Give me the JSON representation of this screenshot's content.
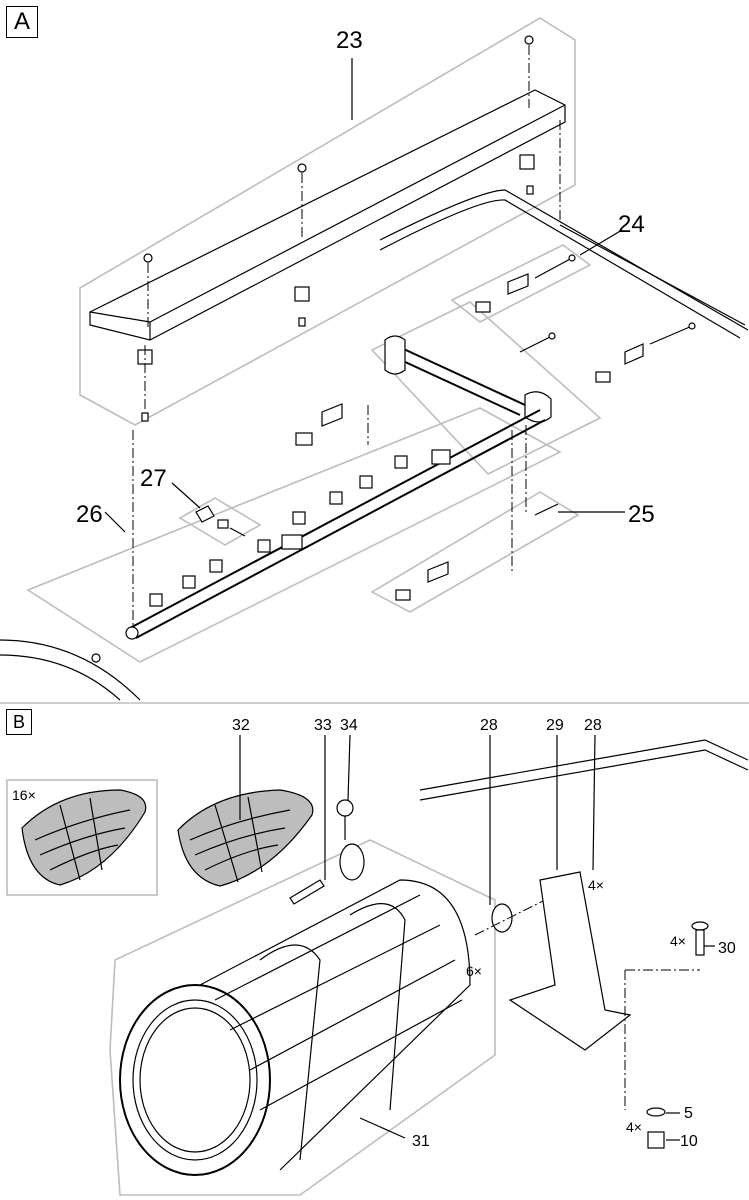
{
  "panels": [
    {
      "label": "A",
      "callouts": [
        "23",
        "24",
        "25",
        "26",
        "27"
      ]
    },
    {
      "label": "B",
      "callouts": [
        "32",
        "33",
        "34",
        "28",
        "29",
        "28",
        "30",
        "5",
        "10",
        "31"
      ],
      "quantities": {
        "screens": "16×",
        "bracket_screws": "4×",
        "drum_screws": "6×",
        "bolts_30": "4×",
        "washers_5": "4×"
      }
    }
  ]
}
